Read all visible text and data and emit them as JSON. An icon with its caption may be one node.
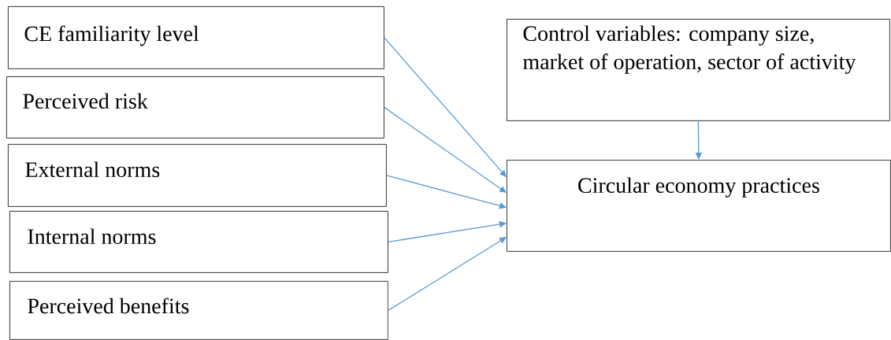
{
  "diagram": {
    "nodes": [
      {
        "text": [
          "CE familiarity level"
        ]
      },
      {
        "text": [
          "Perceived risk"
        ]
      },
      {
        "text": [
          "External norms"
        ]
      },
      {
        "text": [
          "Internal norms"
        ]
      },
      {
        "text": [
          "Perceived benefits"
        ]
      },
      {
        "text": [
          "Control variables: company size, market of operation, sector of activity"
        ]
      },
      {
        "text": [
          "Circular economy practices"
        ]
      }
    ],
    "edges": [
      {
        "from": 0,
        "to": 6,
        "arrow": "to"
      },
      {
        "from": 1,
        "to": 6,
        "arrow": "to"
      },
      {
        "from": 2,
        "to": 6,
        "arrow": "to"
      },
      {
        "from": 3,
        "to": 6,
        "arrow": "to"
      },
      {
        "from": 4,
        "to": 6,
        "arrow": "to"
      },
      {
        "from": 5,
        "to": 6,
        "arrow": "to"
      }
    ]
  }
}
